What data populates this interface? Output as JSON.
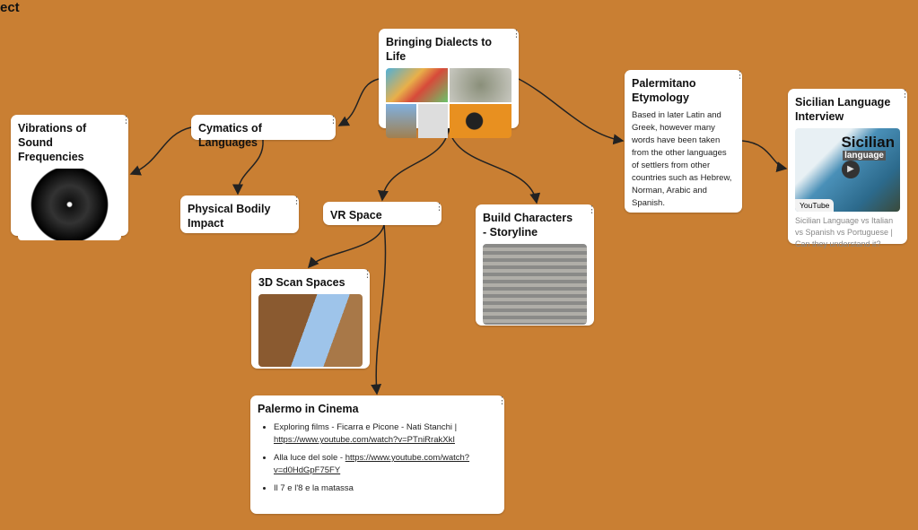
{
  "board_title_fragment": "ect",
  "cards": {
    "dialects": {
      "title": "Bringing Dialects to Life"
    },
    "cymatics": {
      "title": "Cymatics of Languages"
    },
    "vibrations": {
      "title": "Vibrations of Sound Frequencies"
    },
    "physical": {
      "title": "Physical Bodily Impact"
    },
    "vr": {
      "title": "VR Space"
    },
    "characters": {
      "title": "Build Characters - Storyline"
    },
    "scan": {
      "title": "3D Scan Spaces"
    },
    "cinema": {
      "title": "Palermo in Cinema",
      "items": [
        {
          "text": "Exploring films - Ficarra e Picone - Nati Stanchi | ",
          "link": "https://www.youtube.com/watch?v=PTniRrakXkI"
        },
        {
          "text": "Alla luce del sole - ",
          "link": "https://www.youtube.com/watch?v=d0HdGpF75FY"
        },
        {
          "text": "Il 7 e l'8 e la matassa",
          "link": ""
        }
      ]
    },
    "etymology": {
      "title": "Palermitano Etymology",
      "body": "Based in later Latin and Greek, however many words have been taken from the other languages of settlers from other countries such as Hebrew, Norman, Arabic and Spanish."
    },
    "interview": {
      "title": "Sicilian Language Interview",
      "thumb_title": "Sicilian",
      "thumb_sub": "language",
      "source": "YouTube",
      "caption": "Sicilian Language vs Italian vs Spanish vs Portuguese | Can they understand it?"
    }
  },
  "menu_icon": "more-vertical-icon",
  "colors": {
    "background": "#c97f33",
    "card": "#ffffff"
  }
}
